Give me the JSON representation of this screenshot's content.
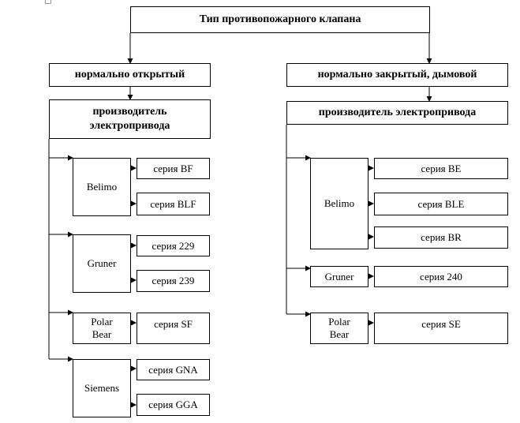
{
  "root": {
    "title": "Тип противопожарного клапана"
  },
  "left": {
    "type": "нормально открытый",
    "manufacturer_header": "производитель\nэлектропривода",
    "manufacturers": [
      {
        "name": "Belimo",
        "series": [
          "серия BF",
          "серия BLF"
        ]
      },
      {
        "name": "Gruner",
        "series": [
          "серия 229",
          "серия 239"
        ]
      },
      {
        "name": "Polar\nBear",
        "series": [
          "серия SF"
        ]
      },
      {
        "name": "Siemens",
        "series": [
          "серия GNA",
          "серия GGA"
        ]
      }
    ]
  },
  "right": {
    "type": "нормально закрытый, дымовой",
    "manufacturer_header": "производитель электропривода",
    "manufacturers": [
      {
        "name": "Belimo",
        "series": [
          "серия BE",
          "серия BLE",
          "серия BR"
        ]
      },
      {
        "name": "Gruner",
        "series": [
          "серия 240"
        ]
      },
      {
        "name": "Polar\nBear",
        "series": [
          "серия SE"
        ]
      }
    ]
  }
}
